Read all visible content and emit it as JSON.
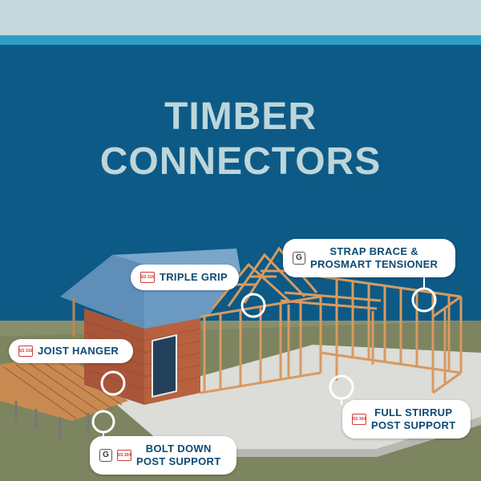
{
  "title": {
    "line1": "TIMBER",
    "line2": "CONNECTORS"
  },
  "colors": {
    "background": "#0d5a86",
    "top_strip": "#c5d8dc",
    "accent_rule": "#2e9ec8",
    "title_text": "#bcd6db",
    "label_text": "#0d4a72",
    "ss_badge": "#d43a3a"
  },
  "callouts": {
    "triple_grip": {
      "badge": "SS 316",
      "text": "TRIPLE GRIP"
    },
    "strap_brace": {
      "badge": "G",
      "line1": "STRAP BRACE &",
      "line2": "PROSMART TENSIONER"
    },
    "joist_hanger": {
      "badge": "SS 316",
      "text": "JOIST HANGER"
    },
    "full_stirrup": {
      "badge": "SS 304",
      "line1": "FULL STIRRUP",
      "line2": "POST SUPPORT"
    },
    "bolt_down": {
      "badge_g": "G",
      "badge_ss": "SS 304",
      "line1": "BOLT DOWN",
      "line2": "POST SUPPORT"
    }
  }
}
